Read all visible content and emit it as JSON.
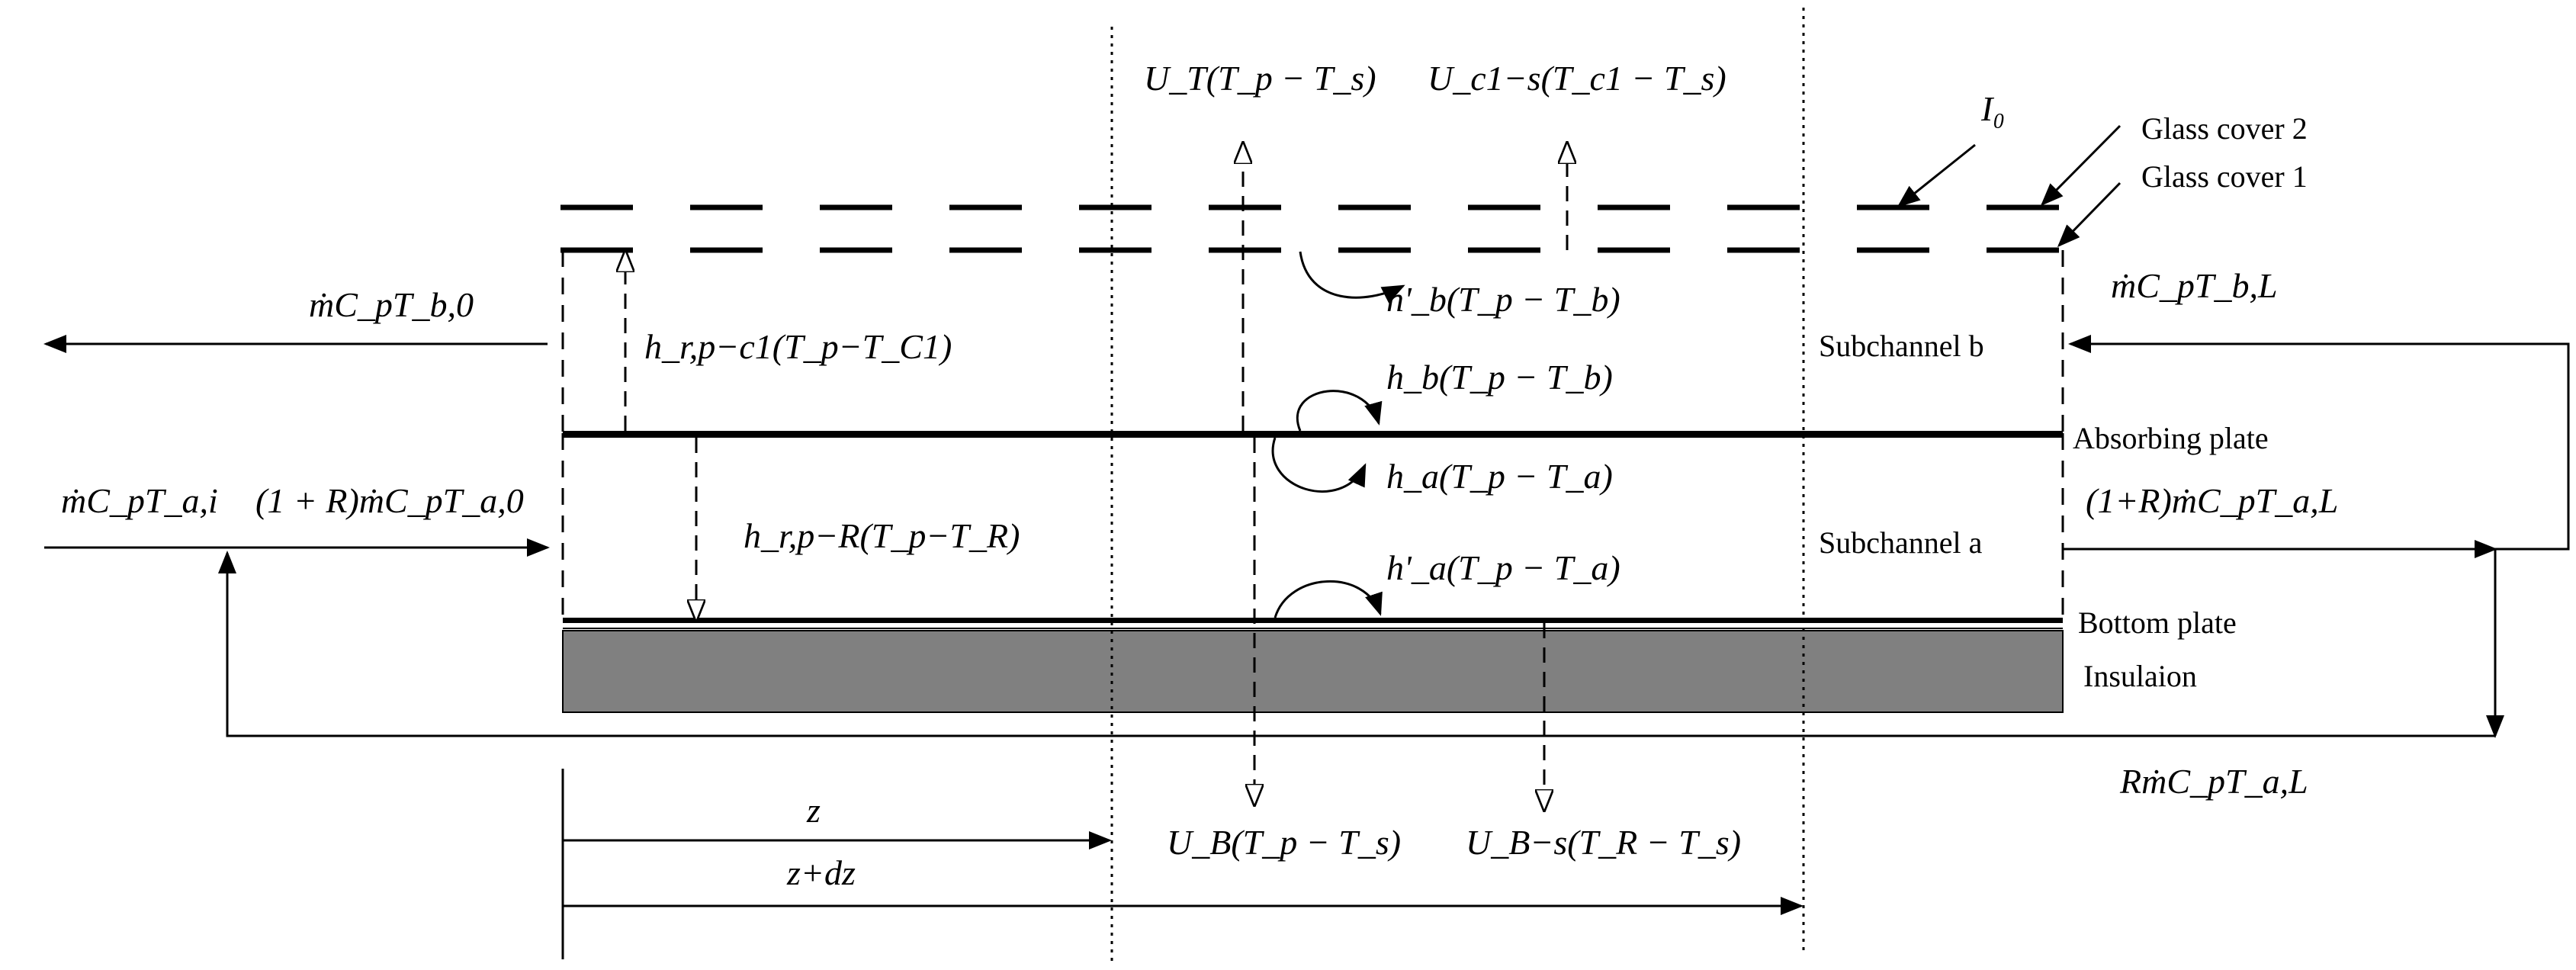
{
  "labels": {
    "glass_cover_2": "Glass cover 2",
    "glass_cover_1": "Glass cover 1",
    "subchannel_b": "Subchannel b",
    "absorbing_plate": "Absorbing plate",
    "subchannel_a": "Subchannel a",
    "bottom_plate": "Bottom plate",
    "insulation": "Insulaion",
    "z": "z",
    "z_dz": "z+dz"
  },
  "symbols": {
    "i0": "I₀",
    "ut": "U_T(T_p − T_s)",
    "uc1s": "U_c1−s(T_c1 − T_s)",
    "hb_prime": "h'_b(T_p − T_b)",
    "hb": "h_b(T_p − T_b)",
    "ha": "h_a(T_p − T_a)",
    "ha_prime": "h'_a(T_p − T_a)",
    "hr_pc1": "h_r,p−c1(T_p−T_C1)",
    "hr_pr": "h_r,p−R(T_p−T_R)",
    "mcp_tb0": "ṁC_pT_b,0",
    "mcp_tbl": "ṁC_pT_b,L",
    "mcp_tai": "ṁC_pT_a,i",
    "recycle_in": "(1 + R)ṁC_pT_a,0",
    "recycle_out": "(1+R)ṁC_pT_a,L",
    "rmcp_tal": "RṁC_pT_a,L",
    "ub": "U_B(T_p − T_s)",
    "ubs": "U_B−s(T_R − T_s)"
  },
  "colors": {
    "stroke": "#000000",
    "insulation_fill": "#808080"
  }
}
